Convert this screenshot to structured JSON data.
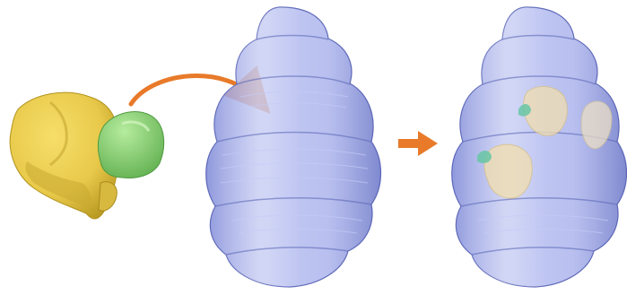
{
  "figure": {
    "panels": [
      {
        "id": "molecule",
        "content": "yellow-green-3d-molecule"
      },
      {
        "id": "container-empty",
        "content": "blue-translucent-segmented-capsule"
      },
      {
        "id": "container-filled",
        "content": "blue-translucent-segmented-capsule-with-three-molecules"
      }
    ],
    "arrows": [
      {
        "id": "curved-insert-arrow",
        "from": "molecule",
        "to": "container-empty"
      },
      {
        "id": "straight-result-arrow",
        "from": "container-empty",
        "to": "container-filled"
      }
    ],
    "colors": {
      "molecule_primary": "#e8c94a",
      "molecule_secondary": "#8ed07a",
      "container": "#8e9ae6",
      "arrow": "#e87a2a",
      "background": "#ffffff"
    }
  }
}
